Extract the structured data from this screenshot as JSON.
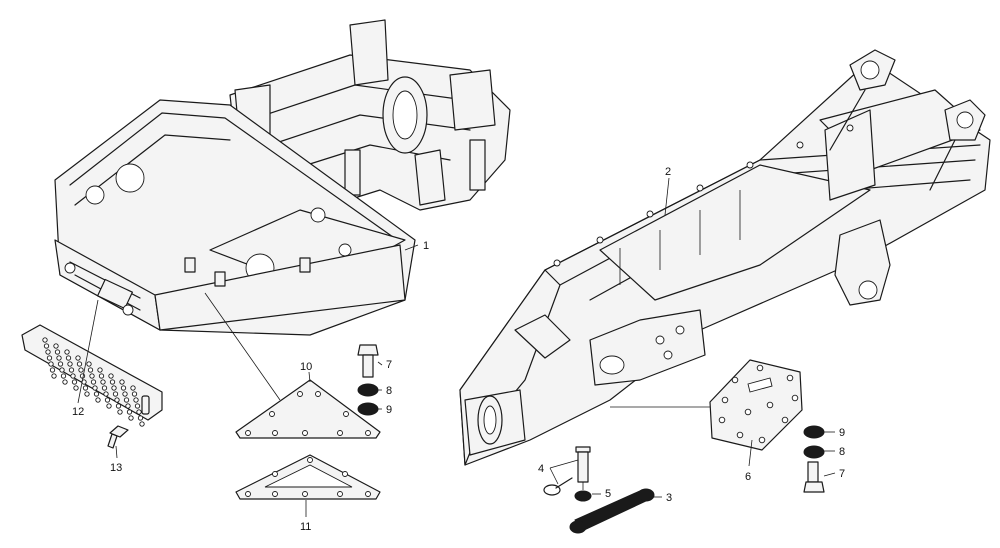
{
  "callouts": {
    "c1": "1",
    "c2": "2",
    "c3": "3",
    "c4": "4",
    "c5": "5",
    "c6": "6",
    "c7a": "7",
    "c8a": "8",
    "c9a": "9",
    "c10": "10",
    "c11": "11",
    "c12": "12",
    "c13": "13",
    "c7b": "7",
    "c8b": "8",
    "c9b": "9"
  }
}
